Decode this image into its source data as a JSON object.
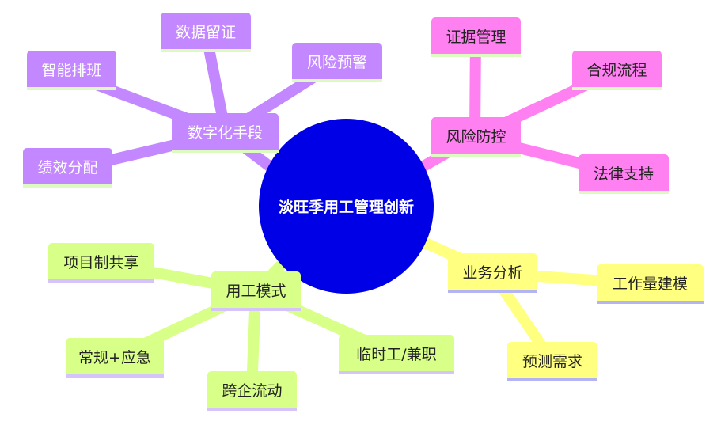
{
  "center": "淡旺季用工管理创新",
  "colors": {
    "purple": "#c387ff",
    "pink": "#ff80f0",
    "yellow": "#ffff80",
    "green": "#d8ff88",
    "center": "#0000e6"
  },
  "branches": {
    "digital": {
      "label": "数字化手段",
      "children": [
        "数据留证",
        "智能排班",
        "风险预警",
        "绩效分配"
      ]
    },
    "risk": {
      "label": "风险防控",
      "children": [
        "证据管理",
        "合规流程",
        "法律支持"
      ]
    },
    "business": {
      "label": "业务分析",
      "children": [
        "工作量建模",
        "预测需求"
      ]
    },
    "mode": {
      "label": "用工模式",
      "children": [
        "项目制共享",
        "常规+应急",
        "跨企流动",
        "临时工/兼职"
      ]
    }
  }
}
